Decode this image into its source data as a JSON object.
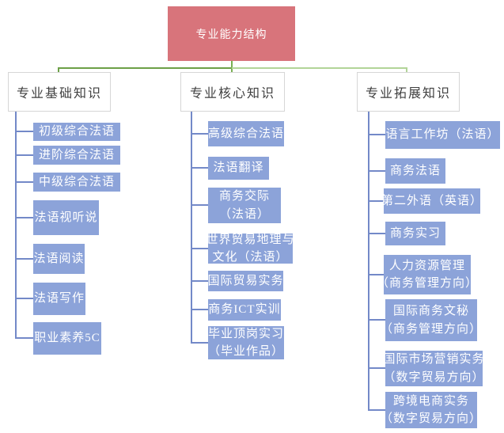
{
  "chart": {
    "type": "org-chart",
    "root": {
      "label": "专业能力结构"
    },
    "branches": [
      {
        "label": "专业基础知识",
        "items": [
          "初级综合法语",
          "进阶综合法语",
          "中级综合法语",
          "法语视听说",
          "法语阅读",
          "法语写作",
          "职业素养5C"
        ]
      },
      {
        "label": "专业核心知识",
        "items": [
          "高级综合法语",
          "法语翻译",
          "商务交际\n（法语）",
          "世界贸易地理与\n文化（法语）",
          "国际贸易实务",
          "商务ICT实训",
          "毕业顶岗实习\n（毕业作品）"
        ]
      },
      {
        "label": "专业拓展知识",
        "items": [
          "语言工作坊（法语）",
          "商务法语",
          "第二外语（英语）",
          "商务实习",
          "人力资源管理\n（商务管理方向）",
          "国际商务文秘\n（商务管理方向）",
          "国际市场营销实务\n（数字贸易方向）",
          "跨境电商实务\n（数字贸易方向）"
        ]
      }
    ],
    "colors": {
      "root_fill": "#D8747B",
      "node_fill": "#8CA3D9",
      "node_text": "#FFFFFF",
      "header_fill": "#FFFFFF",
      "header_border": "#D6D6D6",
      "header_text": "#3F3F3F",
      "connector_blue": "#7389C8",
      "connector_green_dark": "#6CA047",
      "connector_green_light": "#B2D498",
      "connector_green_mid": "#79AF53"
    }
  }
}
